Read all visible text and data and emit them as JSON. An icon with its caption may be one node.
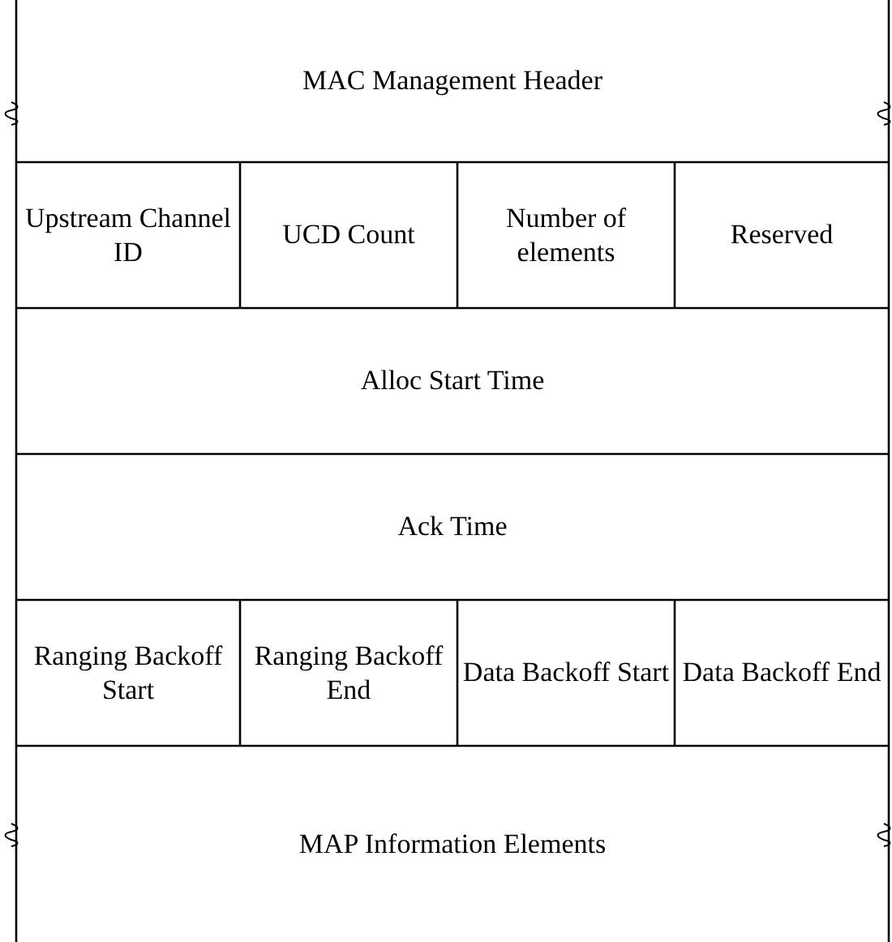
{
  "diagram": {
    "nodes": [
      {
        "text": [
          "MAC Management Header"
        ]
      },
      {
        "text": [
          "Upstream Channel ID"
        ]
      },
      {
        "text": [
          "UCD Count"
        ]
      },
      {
        "text": [
          "Number of elements"
        ]
      },
      {
        "text": [
          "Reserved"
        ]
      },
      {
        "text": [
          "Alloc Start Time"
        ]
      },
      {
        "text": [
          "Ack Time"
        ]
      },
      {
        "text": [
          "Ranging Backoff Start"
        ]
      },
      {
        "text": [
          "Ranging Backoff End"
        ]
      },
      {
        "text": [
          "Data Backoff Start"
        ]
      },
      {
        "text": [
          "Data Backoff End"
        ]
      },
      {
        "text": [
          "MAP Information Elements"
        ]
      }
    ],
    "edges": []
  }
}
